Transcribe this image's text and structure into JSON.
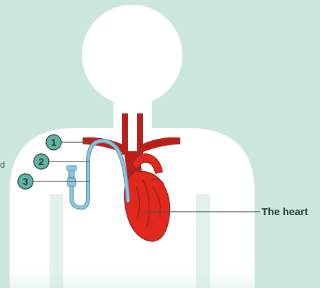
{
  "markers": [
    {
      "number": "1"
    },
    {
      "number": "2"
    },
    {
      "number": "3"
    }
  ],
  "labels": {
    "heart": "The heart",
    "cut_off_text": "d"
  },
  "colors": {
    "background": "#cbe6dd",
    "body": "#ffffff",
    "vessel_dark": "#b8201c",
    "heart_red": "#e2271d",
    "heart_outline": "#8b2b22",
    "catheter_blue": "#8cc7e2",
    "catheter_outline": "#5d9ab5",
    "marker_teal": "#5fb3a2",
    "marker_outline": "#2c4f47"
  }
}
